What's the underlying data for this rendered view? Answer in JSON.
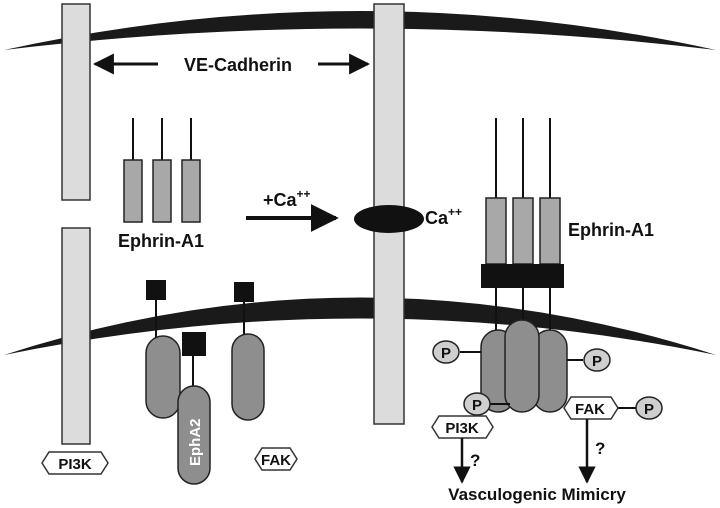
{
  "labels": {
    "ve_cadherin": "VE-Cadherin",
    "ephrin_left": "Ephrin-A1",
    "ephrin_right": "Ephrin-A1",
    "ca_plus": "+Ca",
    "ca_plus_sup": "++",
    "ca": "Ca",
    "ca_sup": "++",
    "epha2": "EphA2",
    "pi3k_left": "PI3K",
    "fak_left": "FAK",
    "pi3k_right": "PI3K",
    "fak_right": "FAK",
    "phospho": "P",
    "question": "?",
    "outcome": "Vasculogenic Mimicry"
  },
  "colors": {
    "membrane": "#1a1a1a",
    "cadherin_fill": "#dcdcdc",
    "ephrin_fill": "#a8a8a8",
    "receptor_fill": "#8e8e8e",
    "ligand_block": "#111111",
    "phospho_fill": "#cfcfcf",
    "node_fill": "#ffffff"
  }
}
